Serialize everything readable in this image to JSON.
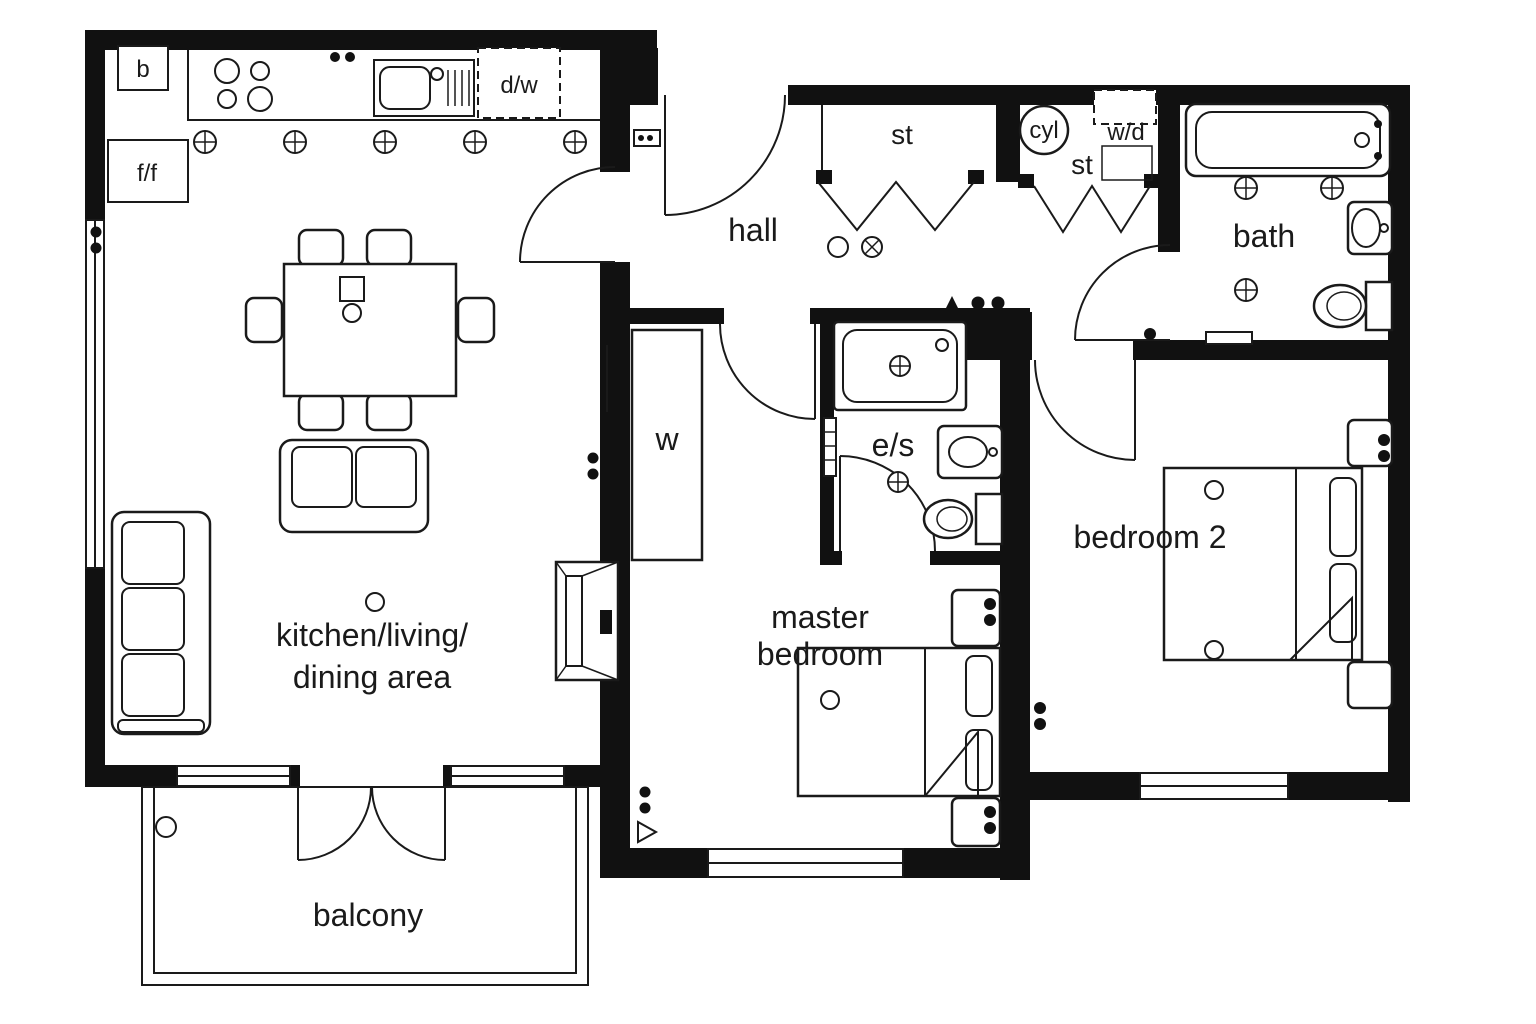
{
  "plan": {
    "rooms": {
      "kitchen_living_dining": {
        "line1": "kitchen/living/",
        "line2": "dining area"
      },
      "hall": {
        "label": "hall"
      },
      "store_1": {
        "label": "st"
      },
      "store_2": {
        "label": "st"
      },
      "cylinder_cupboard": {
        "label": "cyl"
      },
      "washer_dryer": {
        "label": "w/d"
      },
      "bath": {
        "label": "bath"
      },
      "wardrobe": {
        "label": "w"
      },
      "ensuite": {
        "label": "e/s"
      },
      "master_bedroom": {
        "line1": "master",
        "line2": "bedroom"
      },
      "bedroom_2": {
        "label": "bedroom 2"
      },
      "balcony": {
        "label": "balcony"
      }
    },
    "appliances": {
      "boiler": {
        "label": "b"
      },
      "fridge_freezer": {
        "label": "f/f"
      },
      "dishwasher": {
        "label": "d/w"
      }
    },
    "colors": {
      "wall": "#111111",
      "line": "#1a1a1a",
      "background": "#ffffff"
    }
  }
}
